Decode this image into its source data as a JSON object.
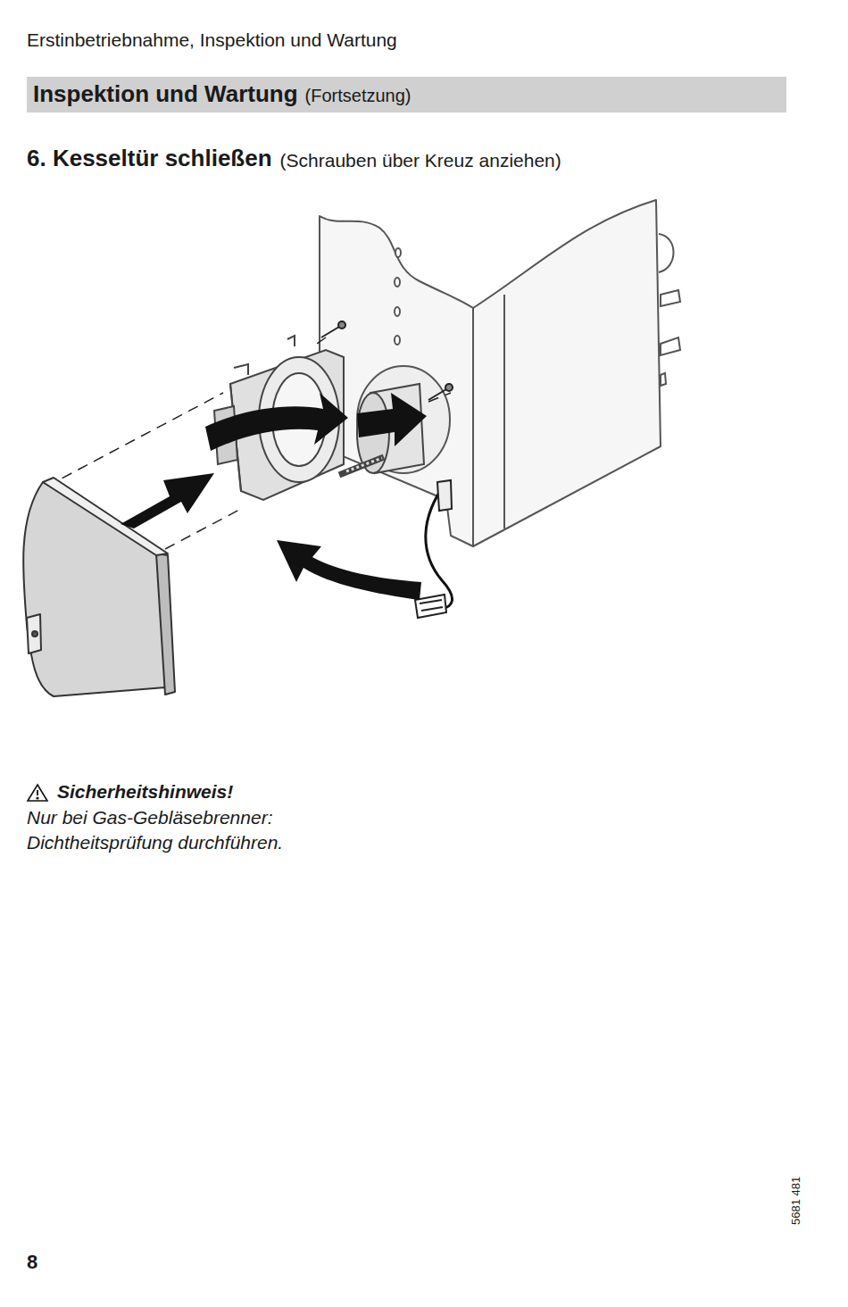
{
  "diagram": {
    "nodes": [
      {
        "text": [
          "Inspektion und Wartung",
          "(Fortsetzung)"
        ]
      }
    ],
    "labels": [
      "Erstinbetriebnahme, Inspektion und Wartung",
      "6. Kesseltür schließen",
      "(Schrauben über Kreuz anziehen)",
      "Sicherheitshinweis!",
      "Nur bei Gas-Gebläsebrenner: Dichtheitsprüfung durchführen.",
      "5681 481",
      "8"
    ]
  }
}
